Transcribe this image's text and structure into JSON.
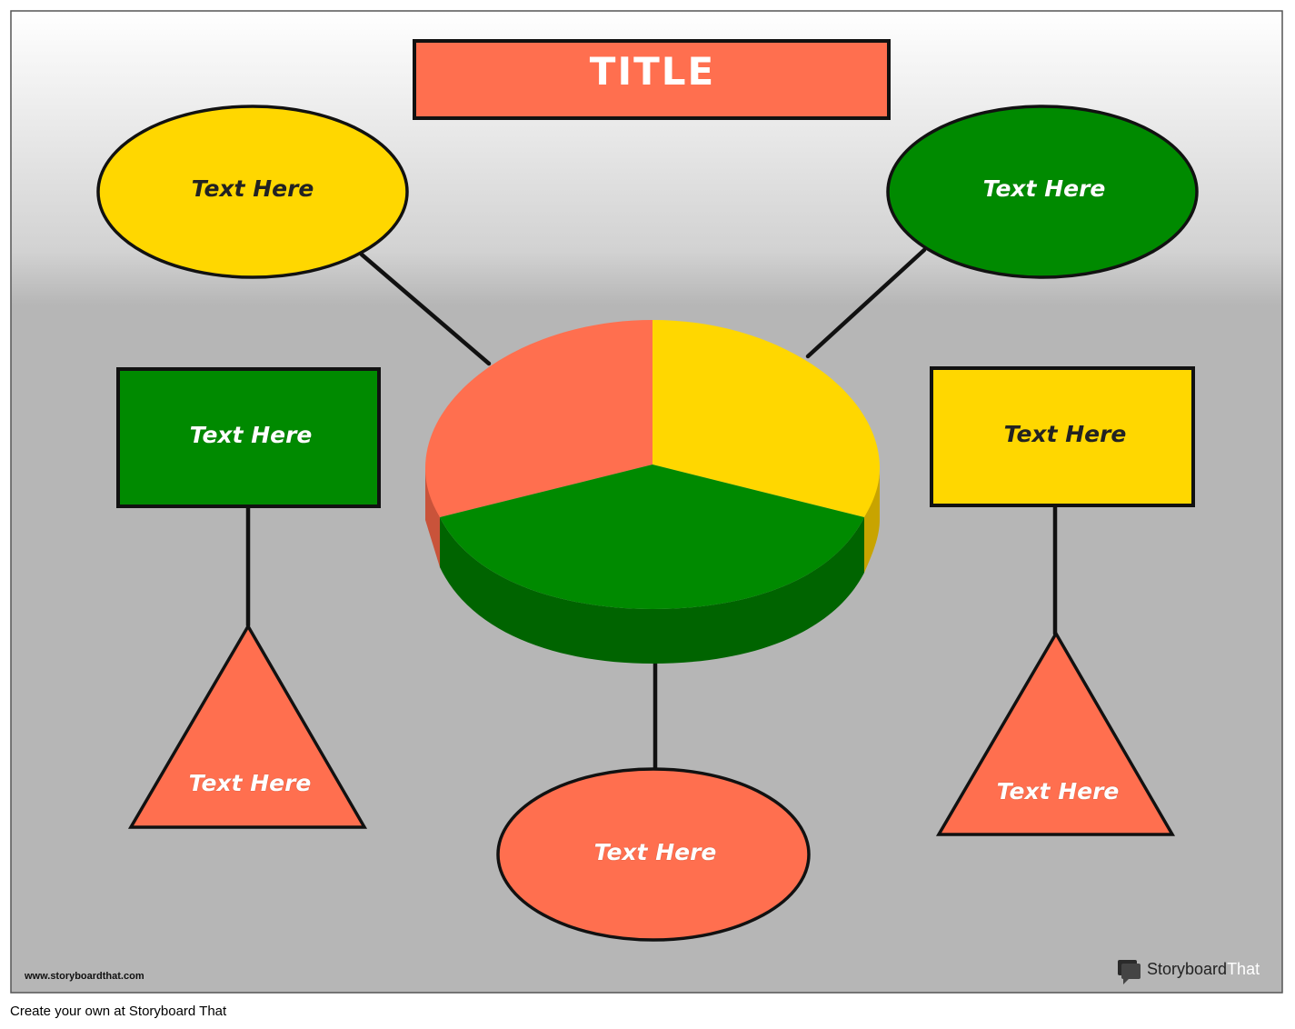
{
  "title": "TITLE",
  "nodes": {
    "ellipse_top_left": "Text Here",
    "ellipse_top_right": "Text Here",
    "box_left": "Text Here",
    "box_right": "Text Here",
    "triangle_left": "Text Here",
    "triangle_right": "Text Here",
    "ellipse_bottom": "Text Here"
  },
  "footer": {
    "site_url": "www.storyboardthat.com",
    "brand_name": "Storyboard",
    "brand_suffix": "That",
    "create_note": "Create your own at Storyboard That"
  },
  "colors": {
    "red": "#FF6F4F",
    "yellow": "#FFD700",
    "green": "#008A00",
    "outline": "#111111",
    "background": "#B6B6B6"
  }
}
